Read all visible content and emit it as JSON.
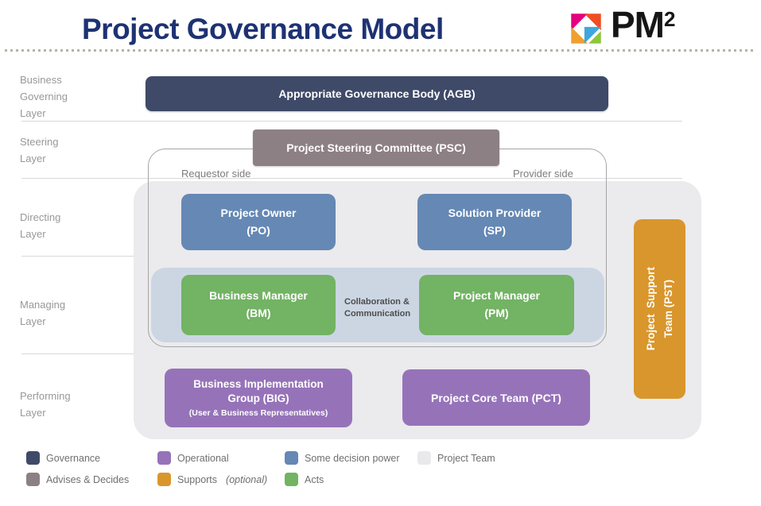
{
  "header": {
    "title": "Project Governance Model",
    "logo": {
      "text": "PM",
      "sup": "2",
      "colors": [
        "#e5007d",
        "#f04e23",
        "#f0a02c",
        "#3ea7dd",
        "#8dc63f"
      ]
    }
  },
  "layers": [
    {
      "label": "Business\nGoverning\nLayer"
    },
    {
      "label": "Steering\nLayer"
    },
    {
      "label": "Directing\nLayer"
    },
    {
      "label": "Managing\nLayer"
    },
    {
      "label": "Performing\nLayer"
    }
  ],
  "sides": {
    "requestor": "Requestor side",
    "provider": "Provider side"
  },
  "boxes": {
    "agb": {
      "label": "Appropriate Governance Body (AGB)",
      "color": "#3e4a68"
    },
    "psc": {
      "label": "Project Steering Committee (PSC)",
      "color": "#8d8084"
    },
    "po": {
      "label": "Project Owner\n(PO)",
      "color": "#6588b4"
    },
    "sp": {
      "label": "Solution Provider\n(SP)",
      "color": "#6588b4"
    },
    "bm": {
      "label": "Business Manager\n(BM)",
      "color": "#72b364"
    },
    "pm": {
      "label": "Project Manager\n(PM)",
      "color": "#72b364"
    },
    "big": {
      "label": "Business Implementation\nGroup (BIG)",
      "sublabel": "(User & Business Representatives)",
      "color": "#9673b9"
    },
    "pct": {
      "label": "Project Core Team (PCT)",
      "color": "#9673b9"
    },
    "pst": {
      "label": "Project  Support\nTeam (PST)",
      "color": "#d9962c"
    }
  },
  "collaboration_label": "Collaboration &\nCommunication",
  "legend": {
    "items": [
      {
        "label": "Governance",
        "color": "#3e4a68"
      },
      {
        "label": "Operational",
        "color": "#9673b9"
      },
      {
        "label": "Some decision power",
        "color": "#6588b4"
      },
      {
        "label": "Project Team",
        "color": "#e9e8ea"
      },
      {
        "label": "Advises & Decides",
        "color": "#8d8084"
      },
      {
        "label": "Supports",
        "note": "(optional)",
        "color": "#d9962c"
      },
      {
        "label": "Acts",
        "color": "#72b364"
      }
    ]
  }
}
